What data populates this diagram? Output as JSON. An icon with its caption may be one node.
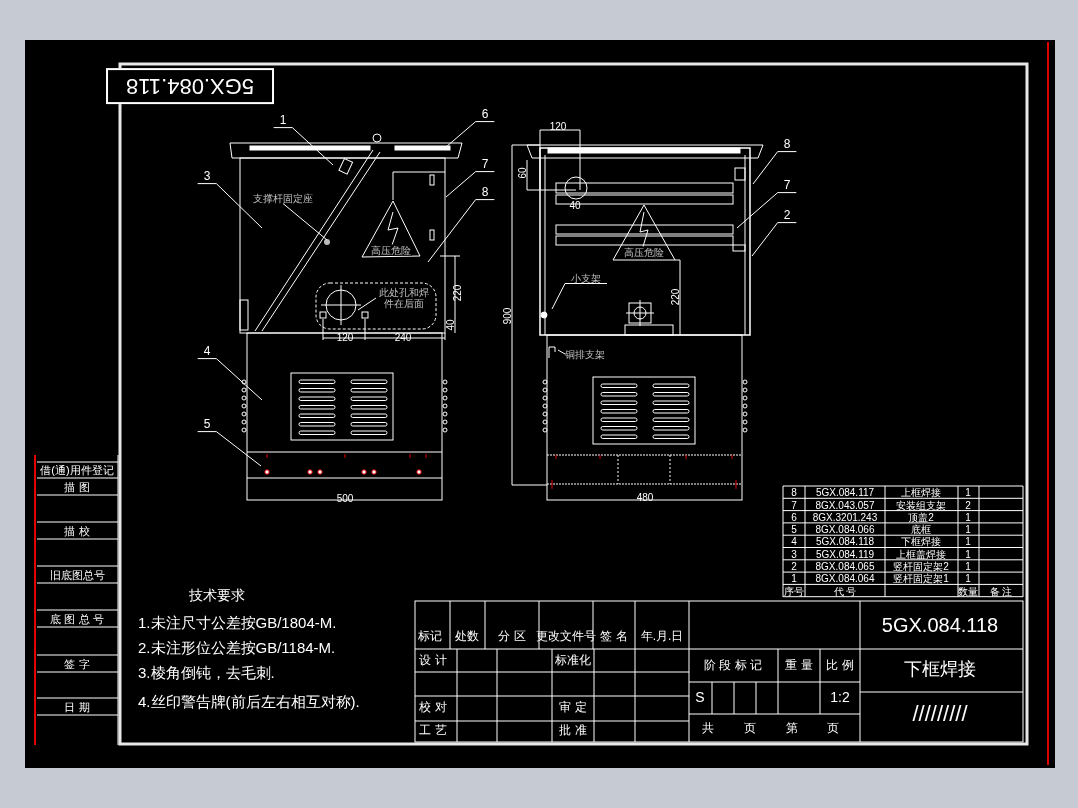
{
  "diagram": {
    "nodes": [
      {
        "text": [
          "1"
        ]
      },
      {
        "text": [
          "3"
        ]
      },
      {
        "text": [
          "4"
        ]
      },
      {
        "text": [
          "5"
        ]
      },
      {
        "text": [
          "6"
        ]
      },
      {
        "text": [
          "7"
        ]
      },
      {
        "text": [
          "8"
        ]
      },
      {
        "text": [
          "8"
        ]
      },
      {
        "text": [
          "7"
        ]
      },
      {
        "text": [
          "2"
        ]
      },
      {
        "text": [
          "支撑杆固定座"
        ]
      },
      {
        "text": [
          "此处孔和焊件在后面"
        ]
      },
      {
        "text": [
          "小支架"
        ]
      },
      {
        "text": [
          "铜排支架"
        ]
      }
    ],
    "edges": [
      {
        "from": 0,
        "to": null,
        "arrow": "none"
      },
      {
        "from": 1,
        "to": null,
        "arrow": "none"
      },
      {
        "from": 2,
        "to": null,
        "arrow": "none"
      },
      {
        "from": 3,
        "to": null,
        "arrow": "none"
      },
      {
        "from": 4,
        "to": null,
        "arrow": "none"
      },
      {
        "from": 5,
        "to": null,
        "arrow": "none"
      },
      {
        "from": 6,
        "to": null,
        "arrow": "none"
      },
      {
        "from": 7,
        "to": null,
        "arrow": "none"
      },
      {
        "from": 8,
        "to": null,
        "arrow": "none"
      },
      {
        "from": 9,
        "to": null,
        "arrow": "none"
      },
      {
        "from": 10,
        "to": null,
        "arrow": "none"
      },
      {
        "from": 11,
        "to": null,
        "arrow": "none"
      },
      {
        "from": 12,
        "to": null,
        "arrow": "none"
      },
      {
        "from": 13,
        "to": null,
        "arrow": "none"
      }
    ],
    "labels": [
      "5GX.084.118",
      "高压危险",
      "120",
      "240",
      "220",
      "40",
      "500",
      "120",
      "60",
      "40",
      "高压危险",
      "220",
      "900",
      "480",
      "借(通)用件登记",
      "描 图",
      "描 校",
      "旧底图总号",
      "底 图 总 号",
      "签 字",
      "日 期",
      "技术要求",
      "1.未注尺寸公差按GB/1804-M.",
      "2.未注形位公差按GB/1184-M.",
      "3.棱角倒钝，去毛刺.",
      "4.丝印警告牌(前后左右相互对称).",
      "8",
      "5GX.084.117",
      "上框焊接",
      "1",
      "7",
      "8GX.043.057",
      "安装组支架",
      "2",
      "6",
      "8GX.3201.243",
      "顶盖2",
      "1",
      "5",
      "8GX.084.066",
      "底框",
      "1",
      "4",
      "5GX.084.118",
      "下框焊接",
      "1",
      "3",
      "5GX.084.119",
      "上框盖焊接",
      "1",
      "2",
      "8GX.084.065",
      "竖杆固定架2",
      "1",
      "1",
      "8GX.084.064",
      "竖杆固定架1",
      "1",
      "序号",
      "代 号",
      "数量",
      "备 注",
      "标记",
      "处数",
      "分 区",
      "更改文件号",
      "签 名",
      "年.月.日",
      "设 计",
      "标准化",
      "校 对",
      "审 定",
      "工 艺",
      "批 准",
      "5GX.084.118",
      "阶 段 标 记",
      "重 量",
      "比 例",
      "下框焊接",
      "S",
      "1:2",
      "/////////",
      "共",
      "页",
      "第",
      "页"
    ]
  }
}
